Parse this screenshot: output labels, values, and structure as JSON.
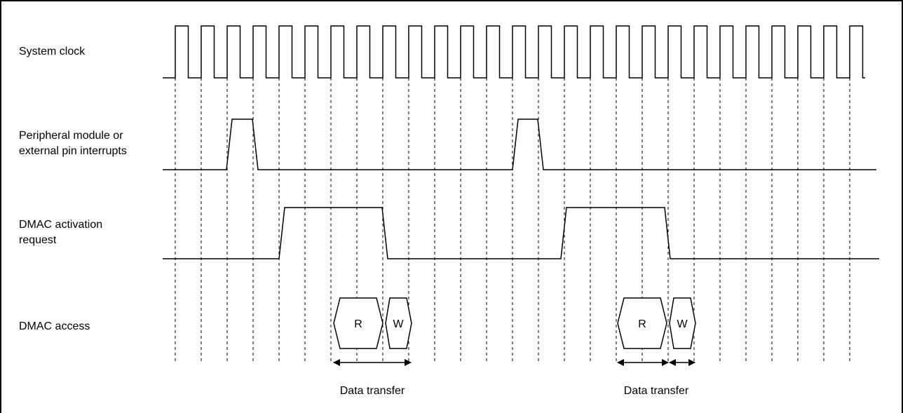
{
  "signals": {
    "system_clock": "System clock",
    "interrupt_line1": "Peripheral module or",
    "interrupt_line2": "external pin interrupts",
    "activation_line1": "DMAC activation",
    "activation_line2": "request",
    "access": "DMAC access"
  },
  "transfers": [
    {
      "read": "R",
      "write": "W",
      "label": "Data transfer"
    },
    {
      "read": "R",
      "write": "W",
      "label": "Data transfer"
    }
  ]
}
